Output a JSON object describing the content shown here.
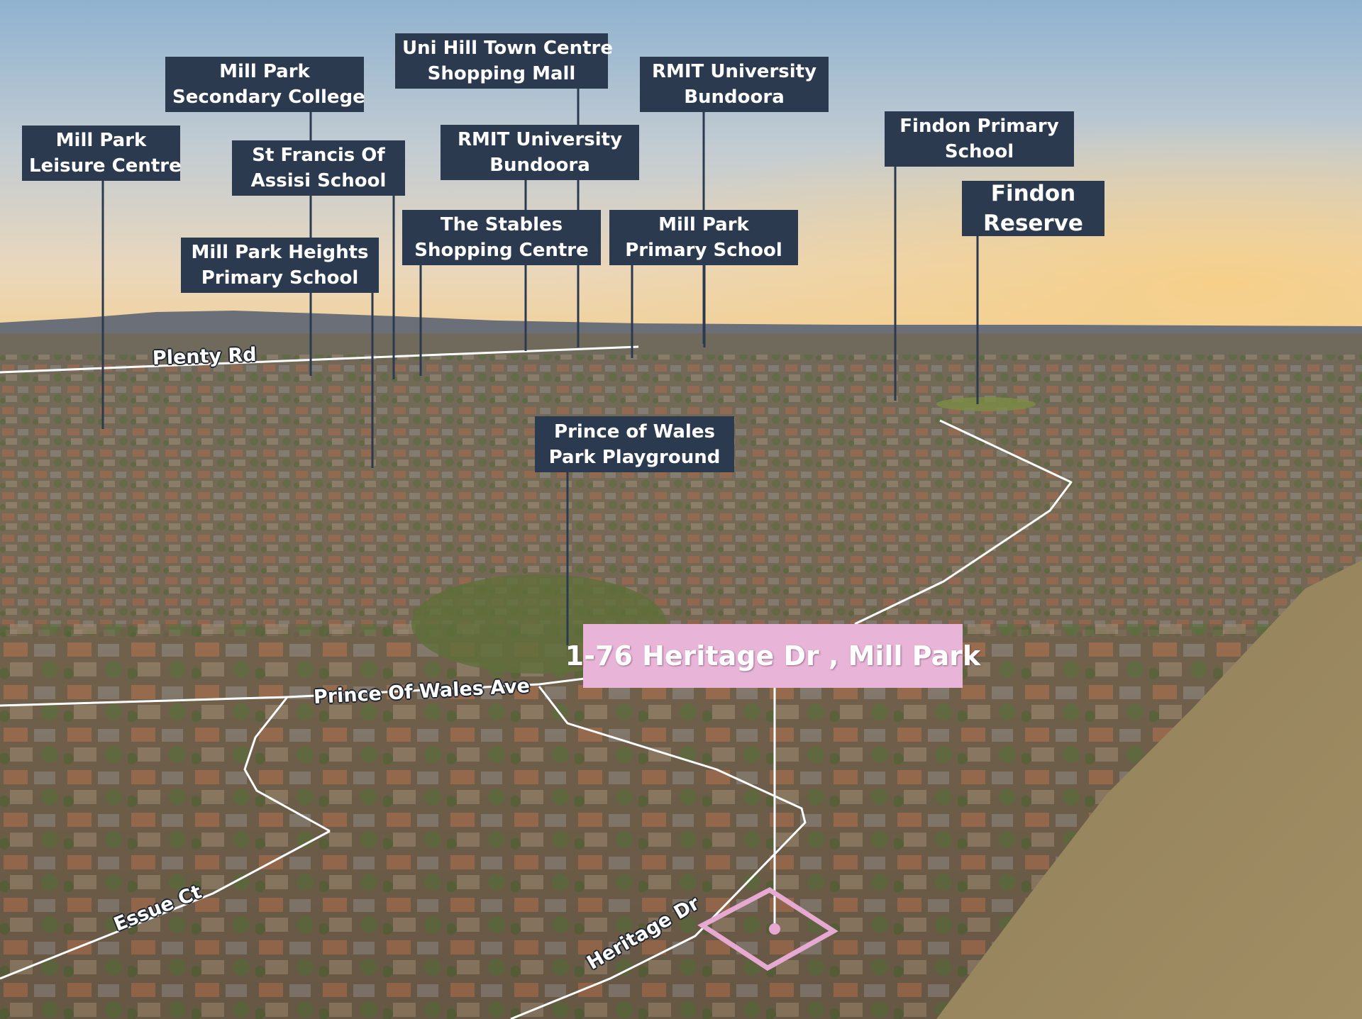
{
  "map": {
    "poi_labels": [
      {
        "id": "mill-park-leisure-centre",
        "lines": [
          "Mill Park",
          "Leisure Centre"
        ]
      },
      {
        "id": "mill-park-secondary-college",
        "lines": [
          "Mill Park",
          "Secondary College"
        ]
      },
      {
        "id": "st-francis-of-assisi-school",
        "lines": [
          "St Francis Of",
          "Assisi School"
        ]
      },
      {
        "id": "mill-park-heights-primary-school",
        "lines": [
          "Mill Park Heights",
          "Primary School"
        ]
      },
      {
        "id": "uni-hill-town-centre",
        "lines": [
          "Uni Hill Town Centre",
          "Shopping Mall"
        ]
      },
      {
        "id": "rmit-university-bundoora-1",
        "lines": [
          "RMIT University",
          "Bundoora"
        ]
      },
      {
        "id": "the-stables-shopping-centre",
        "lines": [
          "The Stables",
          "Shopping Centre"
        ]
      },
      {
        "id": "rmit-university-bundoora-2",
        "lines": [
          "RMIT University",
          "Bundoora"
        ]
      },
      {
        "id": "mill-park-primary-school",
        "lines": [
          "Mill Park",
          "Primary School"
        ]
      },
      {
        "id": "findon-primary-school",
        "lines": [
          "Findon Primary",
          "School"
        ]
      },
      {
        "id": "findon-reserve",
        "lines": [
          "Findon",
          "Reserve"
        ]
      },
      {
        "id": "prince-of-wales-park-playground",
        "lines": [
          "Prince of Wales",
          "Park Playground"
        ]
      }
    ],
    "address_label": "1-76 Heritage Dr , Mill Park",
    "road_labels": [
      {
        "id": "plenty-rd",
        "text": "Plenty Rd"
      },
      {
        "id": "prince-of-wales-ave",
        "text": "Prince Of Wales Ave"
      },
      {
        "id": "heritage-dr",
        "text": "Heritage Dr"
      },
      {
        "id": "issue-ct",
        "text": "Essue Ct"
      }
    ],
    "colors": {
      "label_bg": "#2b3a4e",
      "label_text": "#ffffff",
      "address_bg": "#e8b5d8",
      "property_outline": "#e6a9d2",
      "road_line": "#ffffff"
    }
  }
}
